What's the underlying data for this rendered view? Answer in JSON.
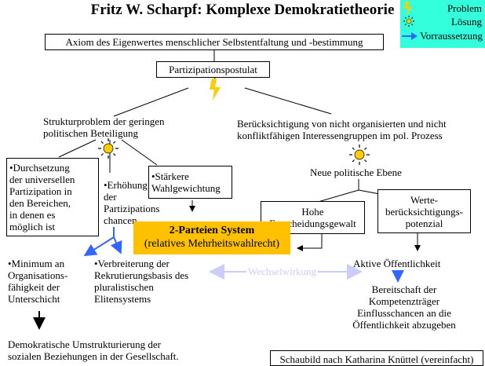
{
  "title": "Fritz W. Scharpf: Komplexe Demokratietheorie",
  "legend": {
    "problem": "Problem",
    "loesung": "Lösung",
    "voraussetzung": "Vorraussetzung",
    "background": "#33ffdd"
  },
  "axiom": "Axiom des Eigenwertes menschlicher Selbstentfaltung und -bestimmung",
  "partizipationspostulat": "Partizipationspostulat",
  "left_problem": "Strukturproblem der geringen\npolitischen Beteiligung",
  "right_problem": "Berücksichtigung von nicht organisierten und nicht\nkonfliktfähigen Interessengruppen im pol. Prozess",
  "durchsetzung": "•Durchsetzung\nder universellen\nPartizipation in\nden Bereichen,\nin denen es\nmöglich ist",
  "erhoehung": "•Erhöhung\nder\nPartizipations\nchancen",
  "staerkere": "•Stärkere\nWahlgewichtung",
  "neue_ebene": "Neue politische Ebene",
  "hohe_entscheidung": "Hohe\nEntscheidungsgewalt",
  "werte": "Werte-\nberücksichtigungs-\npotenzial",
  "zweiparteien_title": "2-Parteien System",
  "zweiparteien_sub": "(relatives Mehrheitswahlrecht)",
  "zweiparteien_color": "#ffc000",
  "minimum": "•Minimum an\nOrganisations-\nfähigkeit der\nUnterschicht",
  "verbreiterung": "•Verbreiterung der\nRekrutierungsbasis des\npluralistischen\nElitensystems",
  "wechselwirkung": "Wechselwirkung",
  "aktive": "Aktive Öffentlichkeit",
  "bereitschaft": "Bereitschaft der\nKompetenzträger\nEinflusschancen an die\nÖffentlichkeit abzugeben",
  "demokratische": "Demokratische Umstrukturierung der\nsozialen Beziehungen in der Gesellschaft.",
  "schaubild": "Schaubild nach Katharina Knüttel (vereinfacht)",
  "colors": {
    "problem_bolt": "#ffcc00",
    "blue_arrow": "#3366ff",
    "wechsel": "#ccccff",
    "sun": "#ffcc00"
  }
}
